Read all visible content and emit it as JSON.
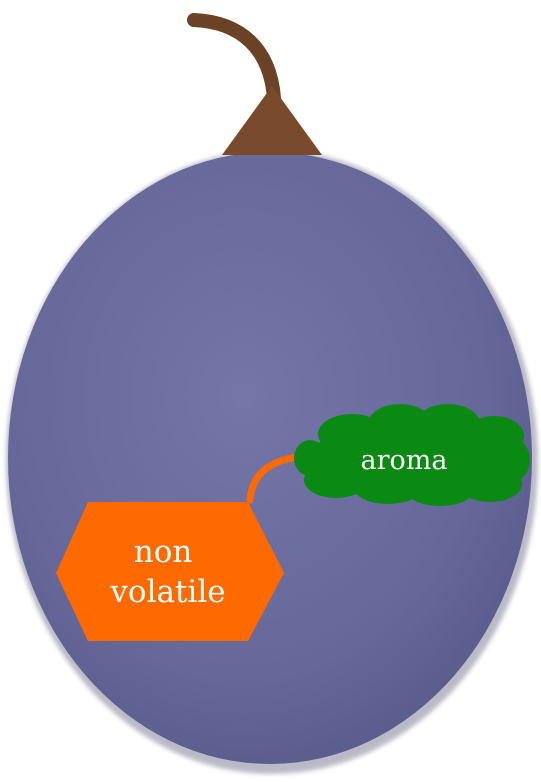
{
  "diagram": {
    "aroma_label": "aroma",
    "nonvolatile_label": [
      "non",
      "volatile"
    ]
  },
  "colors": {
    "berry_body": "#6d6f9e",
    "berry_body_dark": "#55567f",
    "stem": "#6b4226",
    "calyx": "#7a4a2c",
    "aroma_cloud": "#0a8a12",
    "nonvolatile_hexagon": "#ff6a00",
    "connector": "#ff6a00",
    "label_text": "#ffffff"
  }
}
